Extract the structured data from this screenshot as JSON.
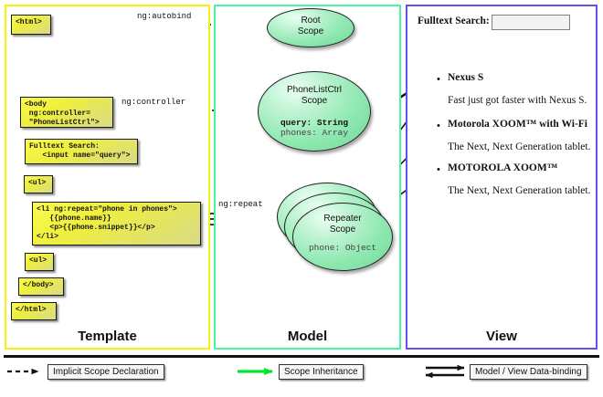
{
  "panels": {
    "template": {
      "title": "Template",
      "border_color": "#f2f20d",
      "boxes": [
        {
          "name": "html-open",
          "text": "<html>"
        },
        {
          "name": "body-open",
          "text": "<body\n ng:controller=\n \"PhoneListCtrl\">"
        },
        {
          "name": "search-markup",
          "text": "Fulltext Search:\n   <input name=\"query\">"
        },
        {
          "name": "ul-open",
          "text": "<ul>"
        },
        {
          "name": "li-repeat",
          "text": "<li ng:repeat=\"phone in phones\">\n   {{phone.name}}\n   <p>{{phone.snippet}}</p>\n</li>"
        },
        {
          "name": "ul-close",
          "text": "<ul>"
        },
        {
          "name": "body-close",
          "text": "</body>"
        },
        {
          "name": "html-close",
          "text": "</html>"
        }
      ]
    },
    "model": {
      "title": "Model",
      "border_color": "#4cf2a1",
      "scopes": [
        {
          "name": "root-scope",
          "title_lines": [
            "Root",
            "Scope"
          ],
          "props": []
        },
        {
          "name": "phonelistctrl-scope",
          "title_lines": [
            "PhoneListCtrl",
            "Scope"
          ],
          "props": [
            {
              "text": "query: String",
              "bold": true
            },
            {
              "text": "phones: Array",
              "bold": false
            }
          ]
        },
        {
          "name": "repeater-scope",
          "title_lines": [
            "Repeater",
            "Scope"
          ],
          "props": [
            {
              "text": "phone: Object",
              "bold": false
            }
          ]
        }
      ]
    },
    "view": {
      "title": "View",
      "border_color": "#6a4ef0",
      "search_label": "Fulltext Search:",
      "search_value": "",
      "search_placeholder": "",
      "list": [
        {
          "name": "Nexus S",
          "snippet": "Fast just got faster with Nexus S."
        },
        {
          "name": "Motorola XOOM™  with Wi-Fi",
          "snippet": "The Next, Next Generation tablet."
        },
        {
          "name": "MOTOROLA XOOM™",
          "snippet": "The Next, Next Generation tablet."
        }
      ]
    }
  },
  "edge_labels": [
    {
      "name": "ng-autobind",
      "text": "ng:autobind"
    },
    {
      "name": "ng-controller",
      "text": "ng:controller"
    },
    {
      "name": "ng-repeat",
      "text": "ng:repeat"
    }
  ],
  "legend": {
    "items": [
      {
        "name": "implicit-scope-declaration",
        "label": "Implicit Scope Declaration",
        "style": "dashed-arrow",
        "color": "#111111"
      },
      {
        "name": "scope-inheritance",
        "label": "Scope Inheritance",
        "style": "green-arrow",
        "color": "#00e000"
      },
      {
        "name": "model-view-data-binding",
        "label": "Model / View Data-binding",
        "style": "double-arrow",
        "color": "#111111"
      }
    ]
  }
}
